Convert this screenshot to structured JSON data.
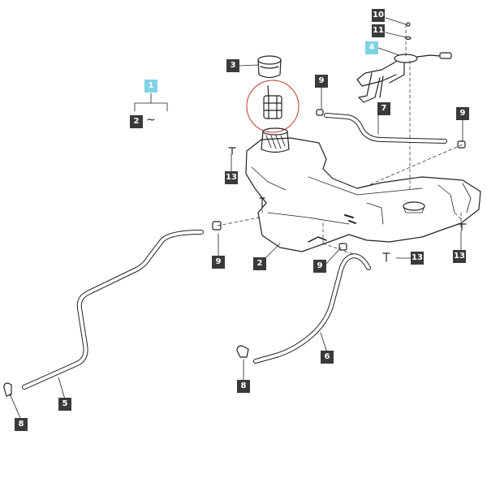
{
  "diagram": {
    "callouts": [
      {
        "id": "c10",
        "label": "10"
      },
      {
        "id": "c11",
        "label": "11"
      },
      {
        "id": "c4",
        "label": "4"
      },
      {
        "id": "c3",
        "label": "3"
      },
      {
        "id": "c1",
        "label": "1"
      },
      {
        "id": "c2a",
        "label": "2"
      },
      {
        "id": "c9a",
        "label": "9"
      },
      {
        "id": "c7",
        "label": "7"
      },
      {
        "id": "c9b",
        "label": "9"
      },
      {
        "id": "c13a",
        "label": "13"
      },
      {
        "id": "c9c",
        "label": "9"
      },
      {
        "id": "c2b",
        "label": "2"
      },
      {
        "id": "c9d",
        "label": "9"
      },
      {
        "id": "c13b",
        "label": "13"
      },
      {
        "id": "c13c",
        "label": "13"
      },
      {
        "id": "c6",
        "label": "6"
      },
      {
        "id": "c8a",
        "label": "8"
      },
      {
        "id": "c5",
        "label": "5"
      },
      {
        "id": "c8b",
        "label": "8"
      }
    ],
    "tilde": "~",
    "colors": {
      "highlight": "#7fd3e6",
      "callout": "#3a3a3a",
      "circle": "#c0392b"
    }
  }
}
